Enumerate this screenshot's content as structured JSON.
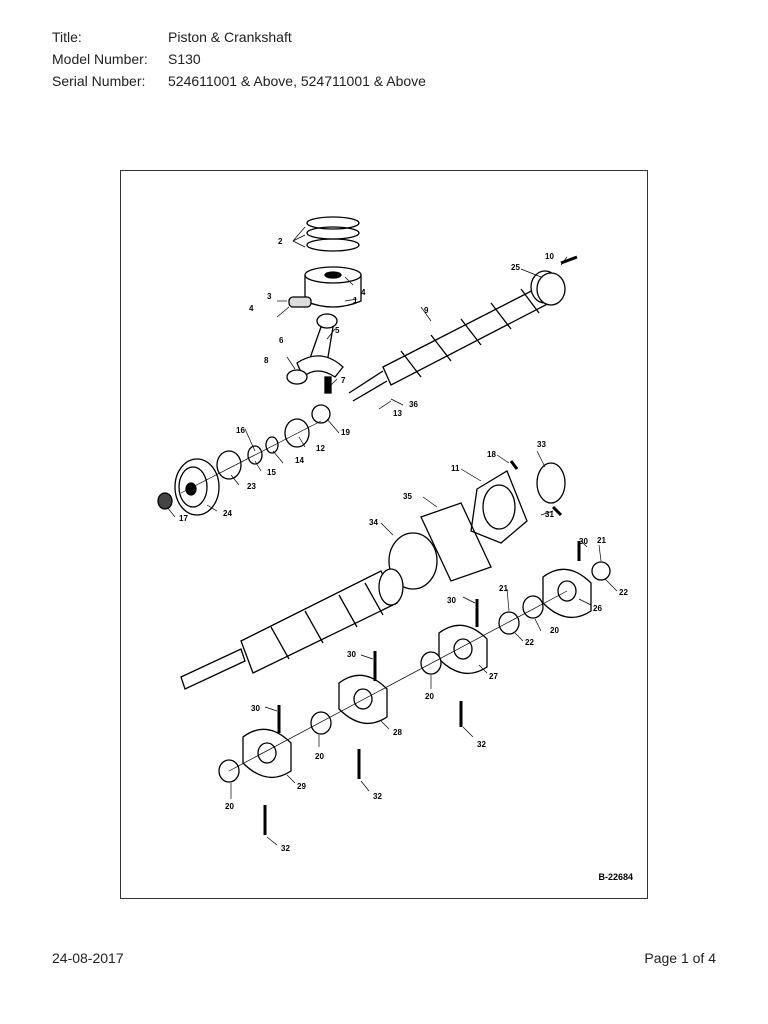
{
  "header": {
    "title_label": "Title:",
    "title_value": "Piston & Crankshaft",
    "model_label": "Model Number:",
    "model_value": "S130",
    "serial_label": "Serial Number:",
    "serial_value": "524611001 & Above, 524711001 & Above"
  },
  "diagram": {
    "figure_id": "B-22684",
    "callouts": {
      "c1": "1",
      "c2": "2",
      "c3": "3",
      "c4a": "4",
      "c4b": "4",
      "c5": "5",
      "c6": "6",
      "c7": "7",
      "c8": "8",
      "c9": "9",
      "c10": "10",
      "c11": "11",
      "c12": "12",
      "c13": "13",
      "c14": "14",
      "c15": "15",
      "c16": "16",
      "c17": "17",
      "c18": "18",
      "c19": "19",
      "c20a": "20",
      "c20b": "20",
      "c20c": "20",
      "c20d": "20",
      "c21a": "21",
      "c21b": "21",
      "c22a": "22",
      "c22b": "22",
      "c23": "23",
      "c24": "24",
      "c25": "25",
      "c26": "26",
      "c27": "27",
      "c28": "28",
      "c29": "29",
      "c30a": "30",
      "c30b": "30",
      "c30c": "30",
      "c30d": "30",
      "c31": "31",
      "c32a": "32",
      "c32b": "32",
      "c32c": "32",
      "c33": "33",
      "c34": "34",
      "c35": "35",
      "c36": "36"
    }
  },
  "footer": {
    "date": "24-08-2017",
    "page": "Page 1 of 4"
  }
}
